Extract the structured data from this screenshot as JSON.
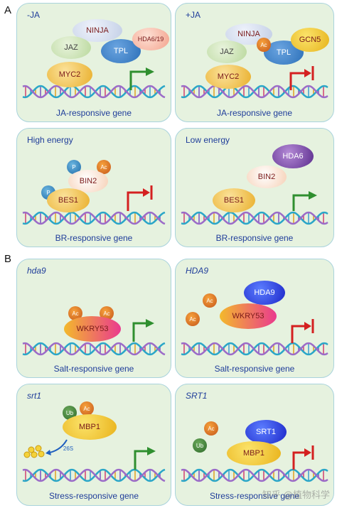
{
  "sections": {
    "a": "A",
    "b": "B"
  },
  "panels": {
    "ja_minus": {
      "title": "-JA",
      "gene": "JA-responsive gene",
      "nodes": {
        "ninja": "NINJA",
        "jaz": "JAZ",
        "tpl": "TPL",
        "hda": "HDA6/19",
        "myc2": "MYC2"
      }
    },
    "ja_plus": {
      "title": "+JA",
      "gene": "JA-responsive gene",
      "nodes": {
        "ninja": "NINJA",
        "jaz": "JAZ",
        "ac": "Ac",
        "tpl": "TPL",
        "gcn5": "GCN5",
        "myc2": "MYC2"
      }
    },
    "high_energy": {
      "title": "High energy",
      "gene": "BR-responsive gene",
      "nodes": {
        "p1": "P",
        "ac": "Ac",
        "bin2": "BIN2",
        "p2": "P",
        "bes1": "BES1"
      }
    },
    "low_energy": {
      "title": "Low energy",
      "gene": "BR-responsive gene",
      "nodes": {
        "hda6": "HDA6",
        "bin2": "BIN2",
        "bes1": "BES1"
      }
    },
    "hda9_mut": {
      "title": "hda9",
      "gene": "Salt-responsive gene",
      "nodes": {
        "ac1": "Ac",
        "ac2": "Ac",
        "wkry53": "WKRY53"
      }
    },
    "hda9_wt": {
      "title": "HDA9",
      "gene": "Salt-responsive gene",
      "nodes": {
        "ac1": "Ac",
        "ac2": "Ac",
        "hda9": "HDA9",
        "wkry53": "WKRY53"
      }
    },
    "srt1_mut": {
      "title": "srt1",
      "gene": "Stress-responsive gene",
      "nodes": {
        "ub": "Ub",
        "ac": "Ac",
        "mbp1": "MBP1",
        "label_26s": "26S"
      }
    },
    "srt1_wt": {
      "title": "SRT1",
      "gene": "Stress-responsive gene",
      "nodes": {
        "ac": "Ac",
        "ub": "Ub",
        "srt1": "SRT1",
        "mbp1": "MBP1"
      }
    }
  },
  "watermark": "知乎 @植物科学",
  "colors": {
    "panel_bg": "#e6f2df",
    "panel_border": "#a9d3dc",
    "active_arrow": "#2f8f2f",
    "repressed_arrow": "#d42020",
    "text": "#1f3d9a"
  }
}
